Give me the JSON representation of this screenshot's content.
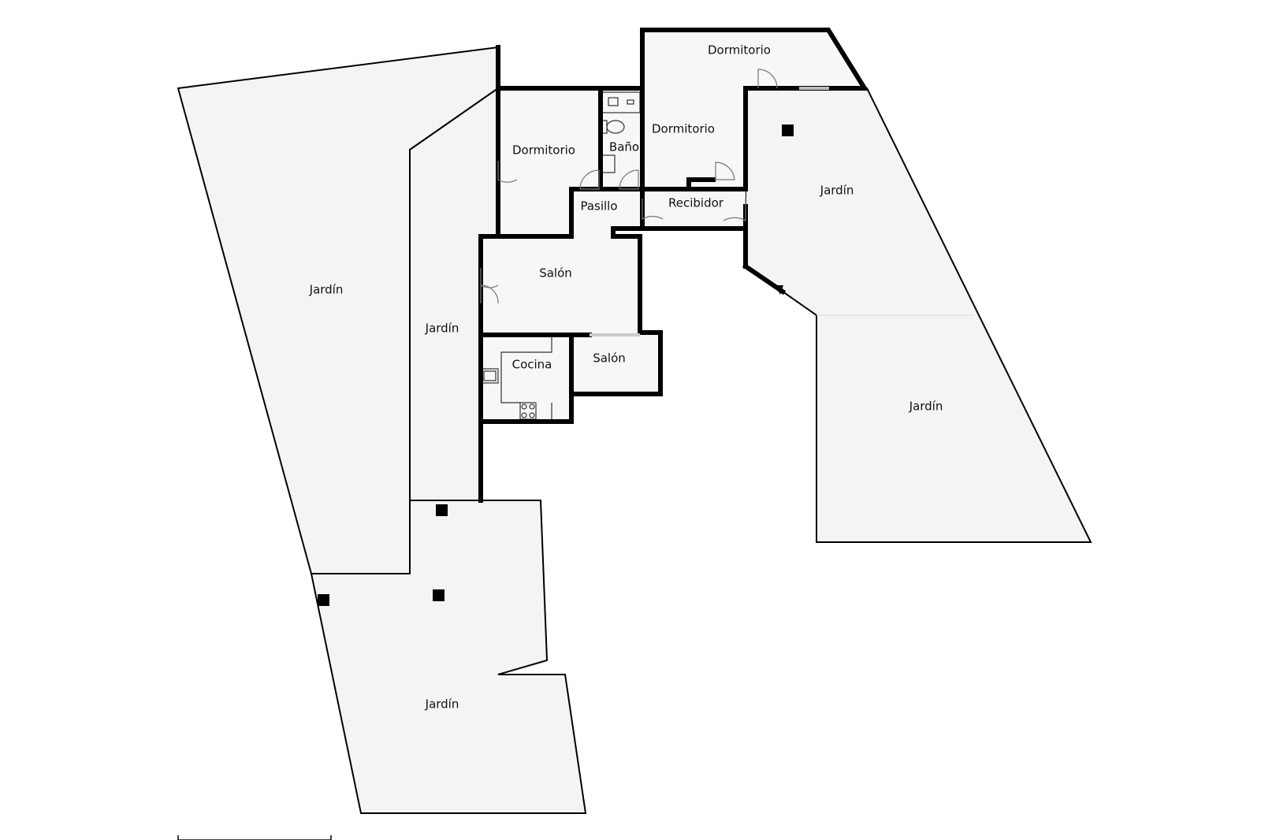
{
  "rooms": {
    "dormitorio_top": "Dormitorio",
    "dormitorio_left": "Dormitorio",
    "dormitorio_right": "Dormitorio",
    "bano": "Baño",
    "pasillo": "Pasillo",
    "recibidor": "Recibidor",
    "salon_main": "Salón",
    "salon_small": "Salón",
    "cocina": "Cocina"
  },
  "gardens": {
    "far_left": "Jardín",
    "inner_left": "Jardín",
    "bottom_left": "Jardín",
    "right_upper": "Jardín",
    "right_lower": "Jardín"
  }
}
